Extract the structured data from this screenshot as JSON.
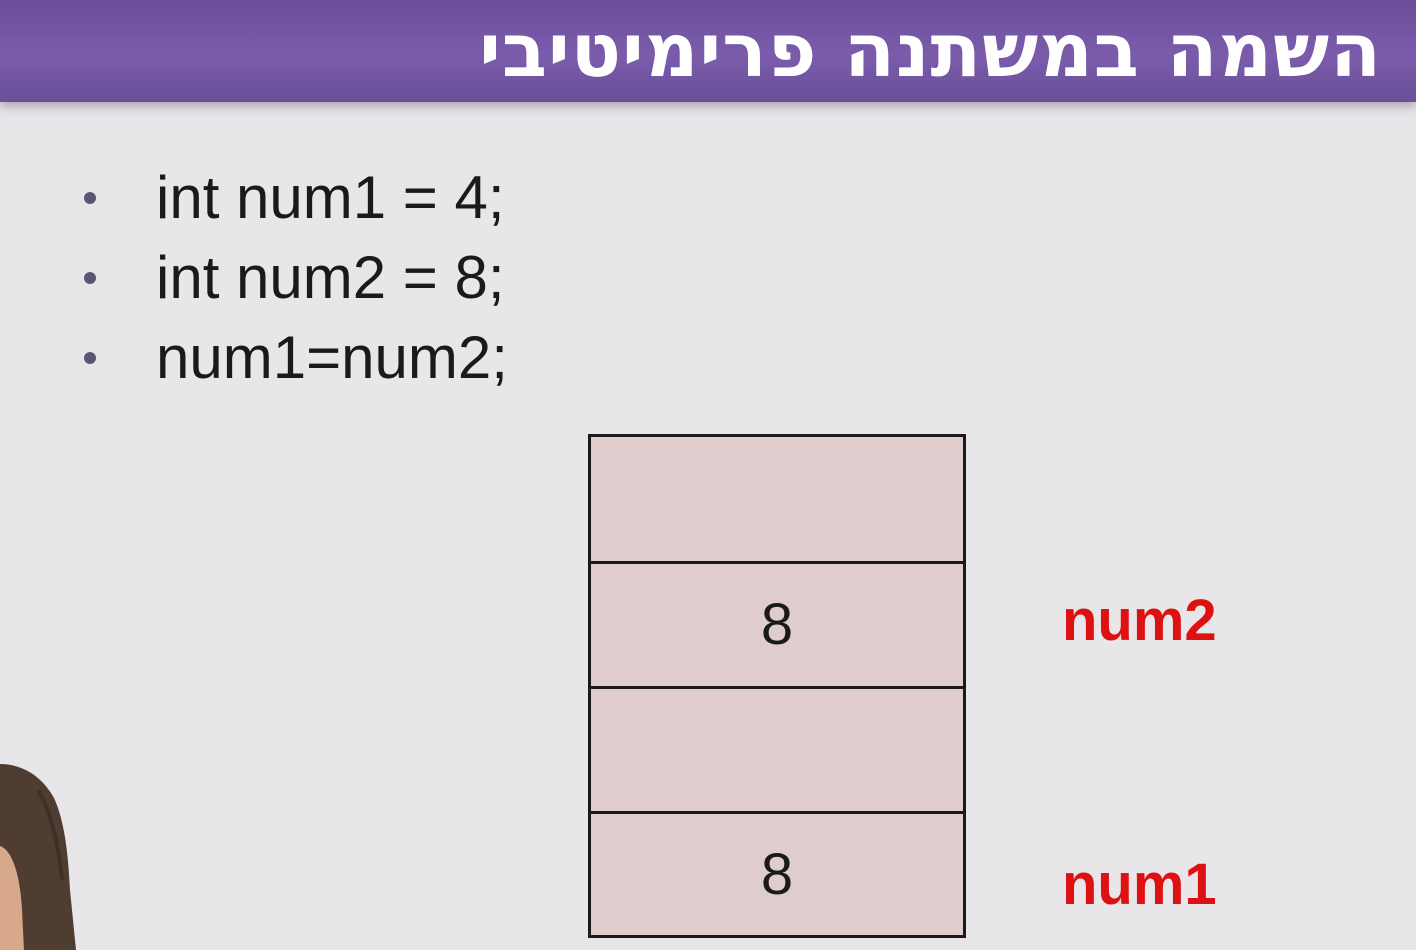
{
  "slide": {
    "title": "השמה במשתנה פרימיטיבי",
    "bullets": [
      "int num1 = 4;",
      "int num2 = 8;",
      "num1=num2;"
    ]
  },
  "memory": {
    "cells": [
      "",
      "8",
      "",
      "8"
    ],
    "labels": {
      "num2": "num2",
      "num1": "num1"
    }
  },
  "colors": {
    "title_bar": "#7a5cab",
    "label": "#dd1111",
    "cell_fill": "#dfcdcd"
  }
}
